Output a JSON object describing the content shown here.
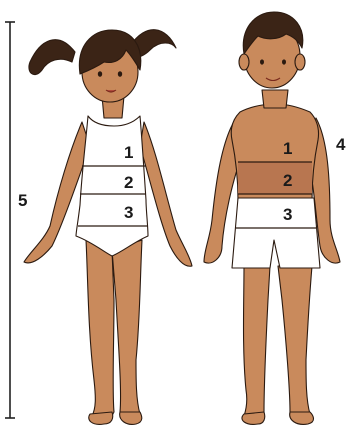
{
  "markers": {
    "height": "5",
    "girl_chest": "1",
    "girl_waist": "2",
    "girl_hip": "3",
    "boy_chest": "1",
    "boy_waist": "2",
    "boy_hip": "3",
    "boy_arm": "4"
  },
  "colors": {
    "skin": "#c98a5c",
    "skin_shadow": "#a86a40",
    "hair": "#3b2416",
    "garment": "#ffffff",
    "outline": "#2b1a10",
    "band": "#c7835a",
    "scale_line": "#222222"
  }
}
